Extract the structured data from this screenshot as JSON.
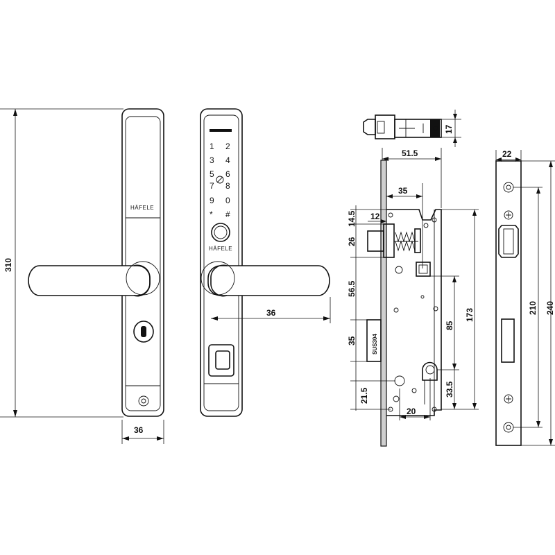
{
  "brand_label": "HÄFELE",
  "keypad_keys": [
    "1",
    "2",
    "3",
    "4",
    "5",
    "6",
    "7",
    "8",
    "9",
    "0",
    "*",
    "#"
  ],
  "material_stamp": "SUS304",
  "dimensions": {
    "handle_height": "310",
    "handle_width": "36",
    "handle_projection": "36",
    "latch_height": "17",
    "mortise_backset": "51.5",
    "mortise_35_top": "35",
    "latch_offset": "12",
    "upper_14_5": "14.5",
    "upper_26": "26",
    "upper_56_5": "56.5",
    "deadbolt_35": "35",
    "lower_21_5": "21.5",
    "case_173": "173",
    "spindle_85": "85",
    "cylinder_33_5": "33.5",
    "cylinder_20": "20",
    "strike_width": "22",
    "strike_210": "210",
    "strike_240": "240"
  }
}
